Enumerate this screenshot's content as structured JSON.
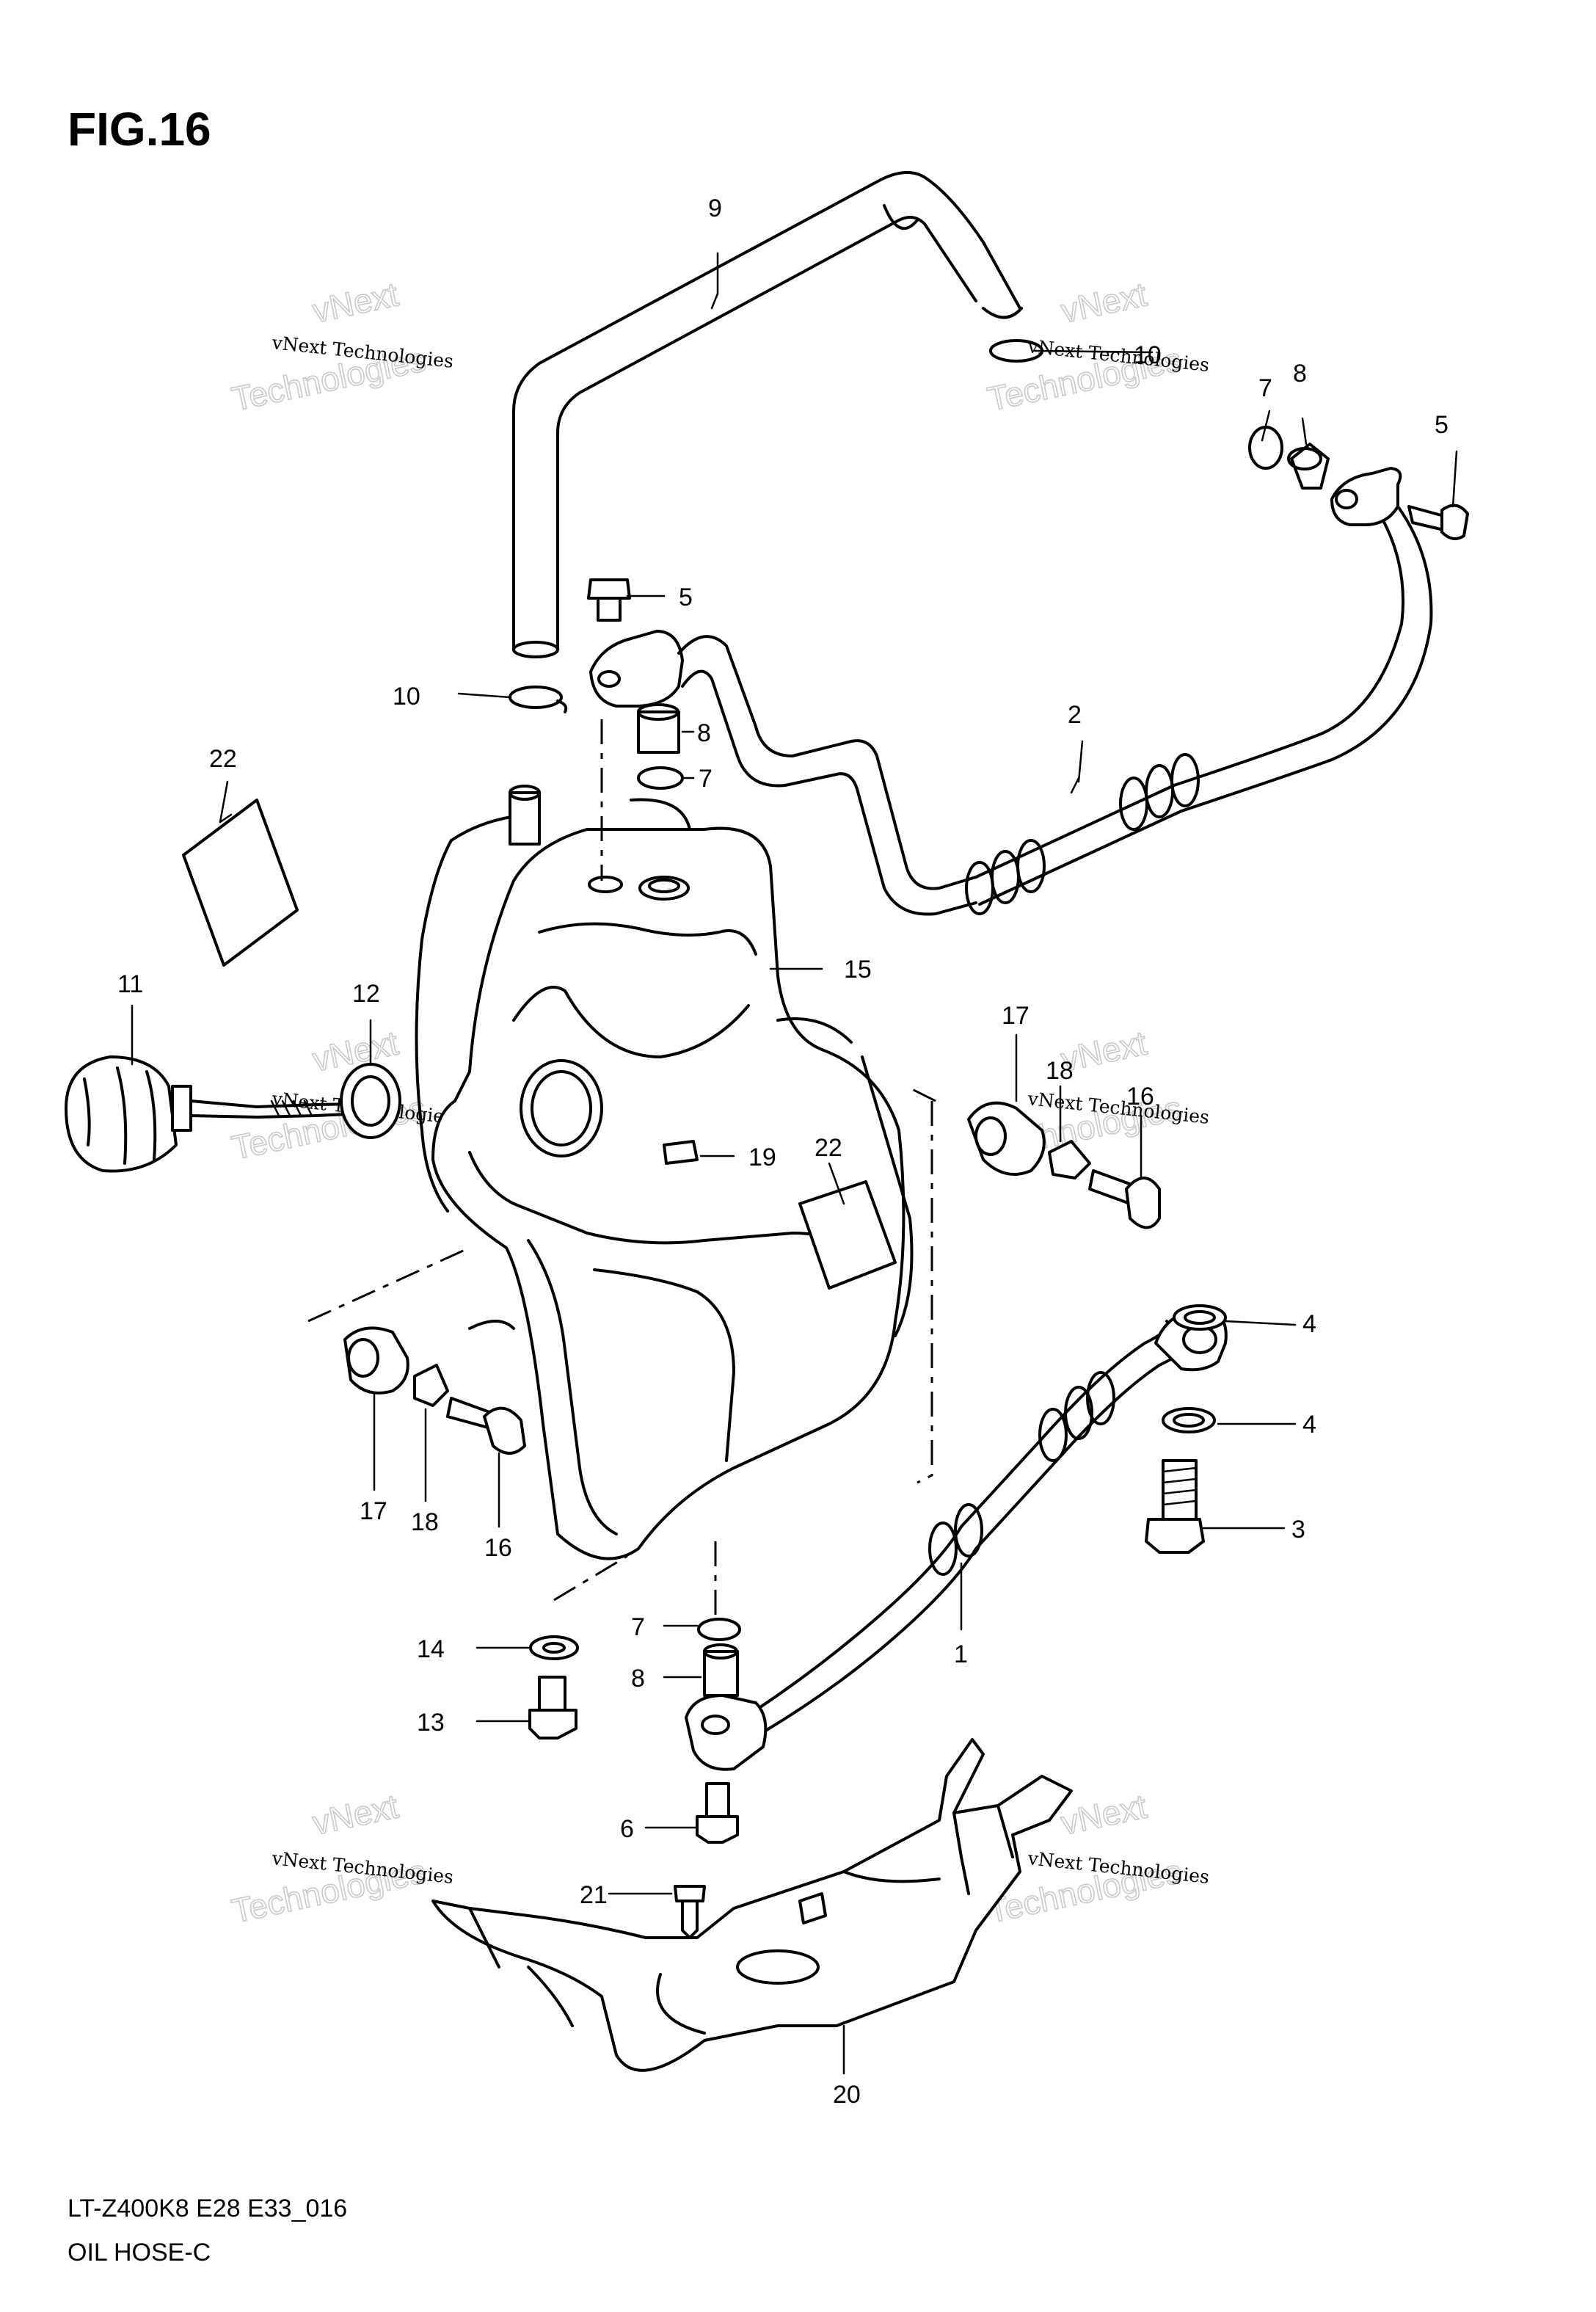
{
  "figure": {
    "title": "FIG.16",
    "code": "LT-Z400K8 E28 E33_016",
    "name": "OIL HOSE-C"
  },
  "watermark": {
    "line": "vNext Technologies",
    "big_top": "vNext",
    "big_bottom": "Technologies"
  },
  "callouts": [
    "1",
    "2",
    "3",
    "4",
    "4",
    "5",
    "5",
    "6",
    "7",
    "7",
    "7",
    "8",
    "8",
    "8",
    "9",
    "10",
    "10",
    "11",
    "12",
    "13",
    "14",
    "15",
    "16",
    "16",
    "17",
    "17",
    "18",
    "18",
    "19",
    "20",
    "21",
    "22",
    "22"
  ]
}
